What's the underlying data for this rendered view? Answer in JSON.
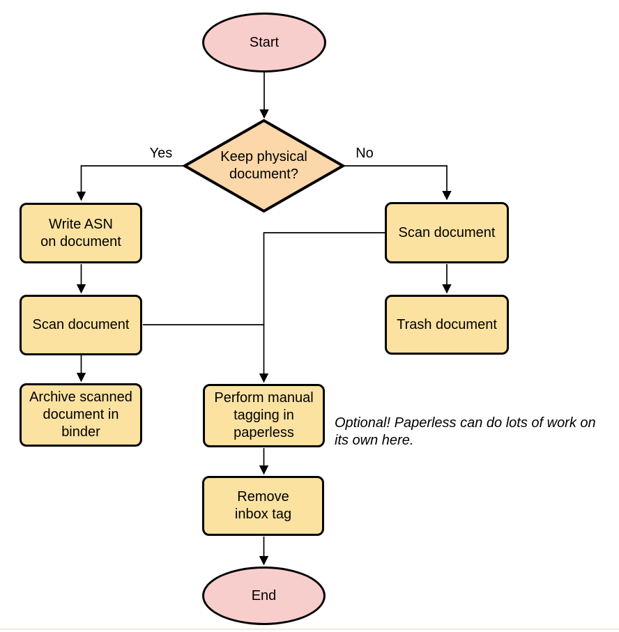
{
  "colors": {
    "pink": "#f8cecc",
    "orange": "#fbd7a9",
    "yellow": "#fbe2a1",
    "line": "#000000",
    "divider": "#edeadc"
  },
  "nodes": {
    "start": "Start",
    "decision": "Keep physical\ndocument?",
    "write_asn": "Write ASN\non document",
    "scan_left": "Scan document",
    "archive": "Archive scanned\ndocument in\nbinder",
    "scan_right": "Scan document",
    "trash": "Trash document",
    "tagging": "Perform manual\ntagging in\npaperless",
    "remove_inbox": "Remove\ninbox tag",
    "end": "End"
  },
  "edge_labels": {
    "yes": "Yes",
    "no": "No"
  },
  "note": "Optional! Paperless can do lots of work on\nits own here."
}
